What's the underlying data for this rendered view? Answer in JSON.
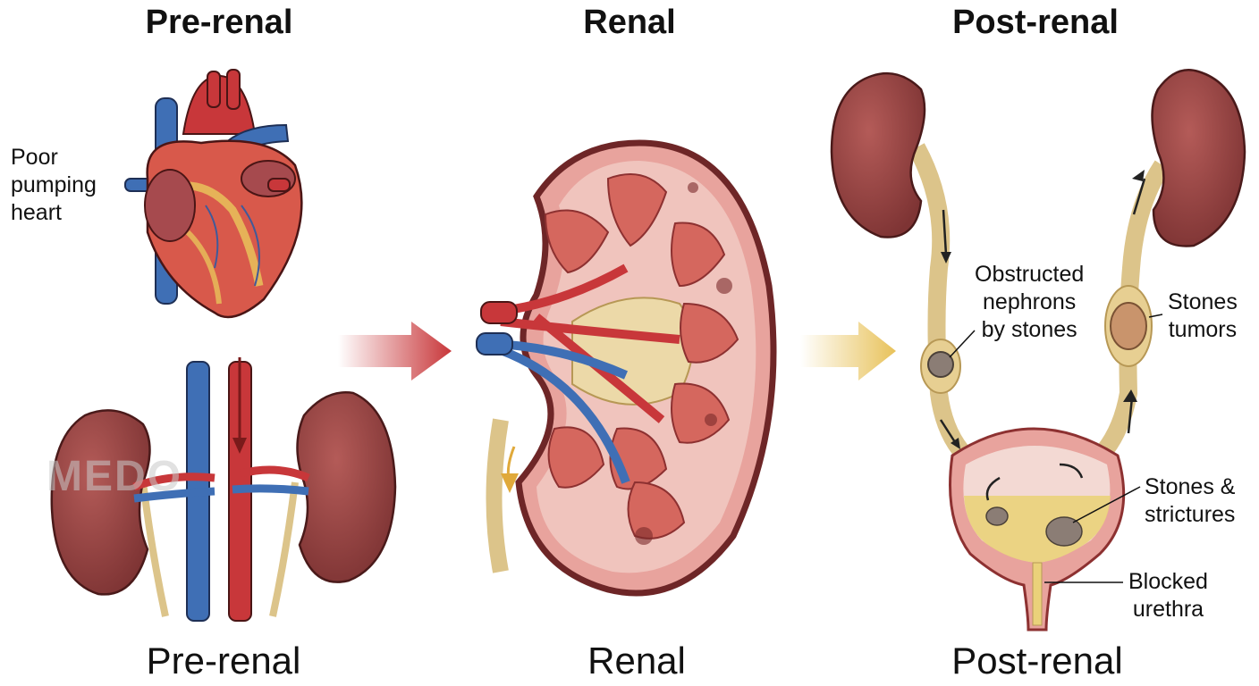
{
  "titles": {
    "pre": "Pre-renal",
    "renal": "Renal",
    "post": "Post-renal"
  },
  "captions": {
    "pre": "Pre-renal",
    "renal": "Renal",
    "post": "Post-renal"
  },
  "labels": {
    "heart": [
      "Poor",
      "pumping",
      "heart"
    ],
    "obstructed": [
      "Obstructed",
      "nephrons",
      "by stones"
    ],
    "stones_tumors": [
      "Stones",
      "tumors"
    ],
    "stones_strictures": [
      "Stones &",
      "strictures"
    ],
    "blocked_urethra": [
      "Blocked",
      "urethra"
    ]
  },
  "watermark": "MEDO",
  "colors": {
    "artery": "#c8373a",
    "vein": "#3f6fb5",
    "kidney": "#8f3f3e",
    "ureter": "#dcc48a",
    "arrow_red": "#c8373a",
    "arrow_yellow": "#e8c25a"
  }
}
